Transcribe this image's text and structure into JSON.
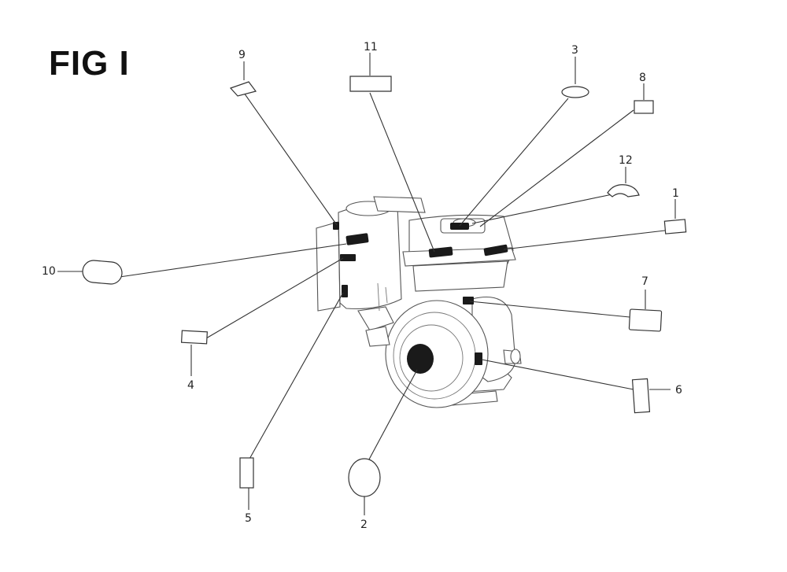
{
  "figure": {
    "title": "FIG I"
  },
  "callouts": [
    {
      "id": "c1",
      "label": "1"
    },
    {
      "id": "c2",
      "label": "2"
    },
    {
      "id": "c3",
      "label": "3"
    },
    {
      "id": "c4",
      "label": "4"
    },
    {
      "id": "c5",
      "label": "5"
    },
    {
      "id": "c6",
      "label": "6"
    },
    {
      "id": "c7",
      "label": "7"
    },
    {
      "id": "c8",
      "label": "8"
    },
    {
      "id": "c9",
      "label": "9"
    },
    {
      "id": "c10",
      "label": "10"
    },
    {
      "id": "c11",
      "label": "11"
    },
    {
      "id": "c12",
      "label": "12"
    }
  ],
  "colors": {
    "line": "#333333",
    "decal": "#1a1a1a",
    "background": "#ffffff"
  }
}
